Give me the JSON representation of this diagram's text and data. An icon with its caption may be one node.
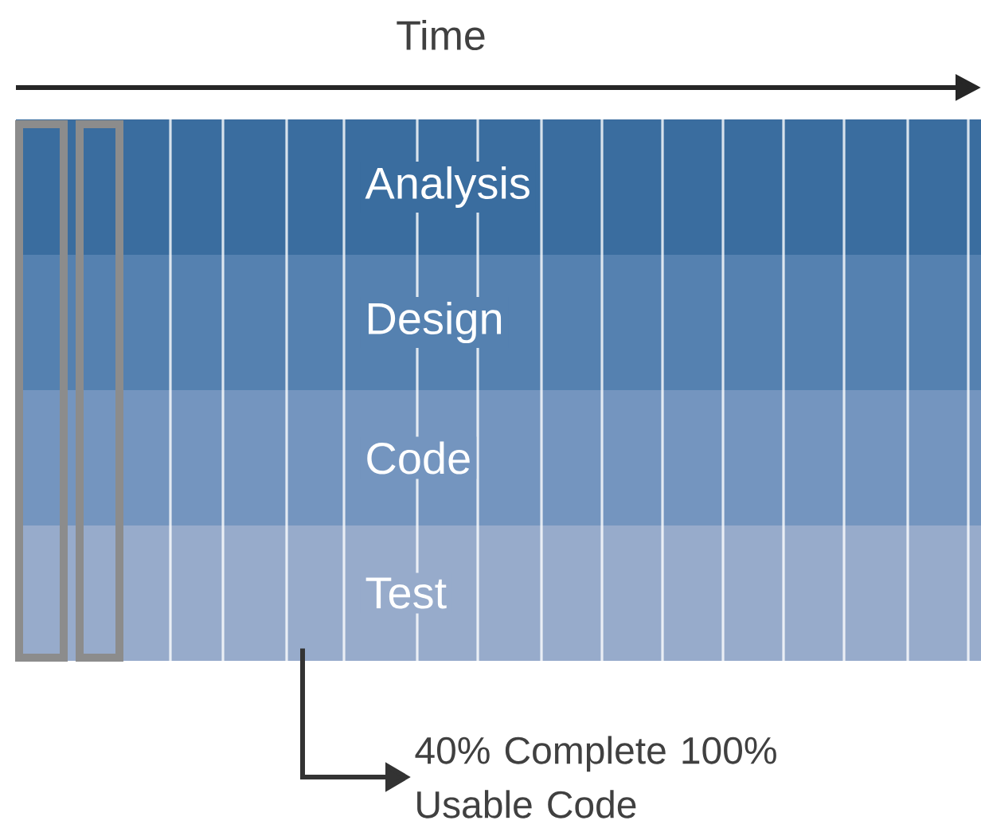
{
  "diagram": {
    "nodes": [
      {
        "text": [
          "Analysis"
        ]
      },
      {
        "text": [
          "Design"
        ]
      },
      {
        "text": [
          "Code"
        ]
      },
      {
        "text": [
          "Test"
        ]
      },
      {
        "text": [
          "40% Complete 100% Usable Code"
        ]
      }
    ],
    "edges": [
      {
        "from": 3,
        "to": 4,
        "arrow": "to"
      }
    ],
    "labels": [
      "Time"
    ]
  }
}
